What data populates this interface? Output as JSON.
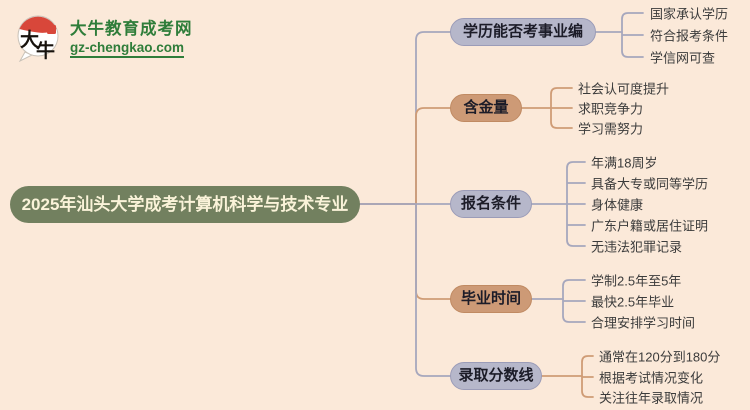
{
  "logo": {
    "site_name": "大牛教育成考网",
    "site_url": "gz-chengkao.com",
    "badge_chars_top": "大",
    "badge_chars_bottom": "牛"
  },
  "root": {
    "label": "2025年汕头大学成考计算机科学与技术专业"
  },
  "branches": [
    {
      "label": "学历能否考事业编",
      "style": "lavender",
      "children": [
        "国家承认学历",
        "符合报考条件",
        "学信网可查"
      ]
    },
    {
      "label": "含金量",
      "style": "tan",
      "children": [
        "社会认可度提升",
        "求职竞争力",
        "学习需努力"
      ]
    },
    {
      "label": "报名条件",
      "style": "lavender",
      "children": [
        "年满18周岁",
        "具备大专或同等学历",
        "身体健康",
        "广东户籍或居住证明",
        "无违法犯罪记录"
      ]
    },
    {
      "label": "毕业时间",
      "style": "tan",
      "children": [
        "学制2.5年至5年",
        "最快2.5年毕业",
        "合理安排学习时间"
      ]
    },
    {
      "label": "录取分数线",
      "style": "lavender",
      "children": [
        "通常在120分到180分",
        "根据考试情况变化",
        "关注往年录取情况"
      ]
    }
  ],
  "palette": {
    "bg": "#fbe9d9",
    "root-fill": "#72805f",
    "root-text": "#faf3d9",
    "pill-lavender": "#b6b7ca",
    "pill-lavender-border": "#9b9cb8",
    "pill-tan": "#cd9a76",
    "pill-tan-border": "#c08a62",
    "pill-text": "#1c1c28",
    "leaf-text": "#3b3b3b",
    "line-gray": "#a6a7bd",
    "line-tan": "#cf9c76",
    "logo-green": "#2f7d3a",
    "logo-red": "#d8473a"
  }
}
